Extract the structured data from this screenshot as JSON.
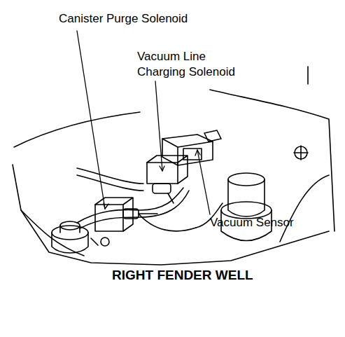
{
  "diagram": {
    "caption": "RIGHT FENDER WELL",
    "labels": [
      "Canister Purge Solenoid",
      "Vacuum Line Charging Solenoid",
      "Vacuum Sensor"
    ]
  }
}
